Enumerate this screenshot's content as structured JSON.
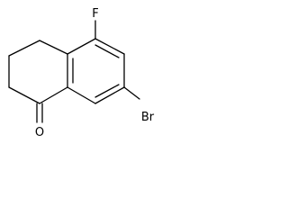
{
  "structure": {
    "atoms": {
      "fluorine": "F",
      "bromine": "Br",
      "oxygen": "O"
    }
  }
}
